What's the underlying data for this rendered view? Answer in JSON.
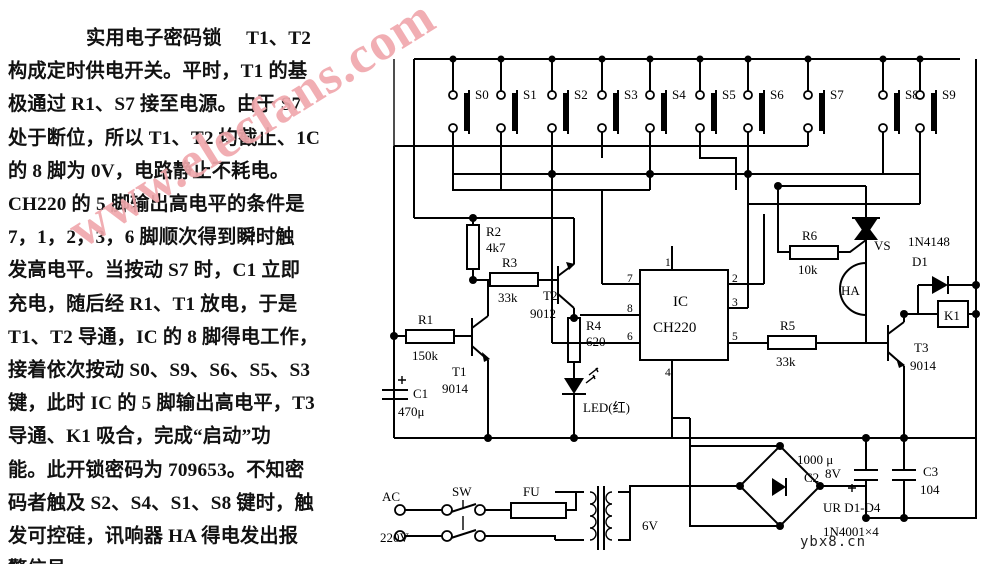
{
  "article": {
    "lines": [
      "实用电子密码锁　 T1、T2",
      "构成定时供电开关。平时，T1 的基",
      "极通过 R1、S7 接至电源。由于 S7",
      "处于断位，所以 T1、T2 均截止、1C",
      "的 8 脚为 0V，电路静止不耗电。",
      "CH220 的 5 脚输出高电平的条件是",
      "7，1，2，3，6 脚顺次得到瞬时触",
      "发高电平。当按动 S7 时，C1 立即",
      "充电，随后经 R1、T1 放电，于是",
      "T1、T2 导通，IC 的 8 脚得电工作，",
      "接着依次按动 S0、S9、S6、S5、S3",
      "键，此时 IC 的 5 脚输出高电平，T3",
      "导通、K1 吸合，完成“启动”功",
      "能。此开锁密码为 709653。不知密",
      "码者触及 S2、S4、S1、S8 键时，触",
      "发可控硅，讯响器 HA 得电发出报",
      "警信号。"
    ]
  },
  "watermarks": {
    "main": "www.elecfans.com",
    "site": "ybx8.cn"
  },
  "schematic": {
    "ic": {
      "name": "IC",
      "part": "CH220",
      "pins": [
        "1",
        "2",
        "3",
        "4",
        "5",
        "6",
        "7",
        "8"
      ]
    },
    "switches": [
      {
        "id": "S0"
      },
      {
        "id": "S1"
      },
      {
        "id": "S2"
      },
      {
        "id": "S3"
      },
      {
        "id": "S4"
      },
      {
        "id": "S5"
      },
      {
        "id": "S6"
      },
      {
        "id": "S7"
      },
      {
        "id": "S8"
      },
      {
        "id": "S9"
      }
    ],
    "resistors": [
      {
        "ref": "R1",
        "value": "150k"
      },
      {
        "ref": "R2",
        "value": "4k7"
      },
      {
        "ref": "R3",
        "value": "33k"
      },
      {
        "ref": "R4",
        "value": "620"
      },
      {
        "ref": "R5",
        "value": "33k"
      },
      {
        "ref": "R6",
        "value": "10k"
      }
    ],
    "capacitors": [
      {
        "ref": "C1",
        "value": "470μ"
      },
      {
        "ref": "C2",
        "value": "1000 μ"
      },
      {
        "ref": "C3",
        "value": "104"
      }
    ],
    "transistors": [
      {
        "ref": "T1",
        "part": "9014"
      },
      {
        "ref": "T2",
        "part": "9012"
      },
      {
        "ref": "T3",
        "part": "9014"
      }
    ],
    "diodes": [
      {
        "ref": "D1",
        "part": "1N4148"
      },
      {
        "ref": "VS",
        "part": ""
      }
    ],
    "led": {
      "label": "LED(红)"
    },
    "buzzer": {
      "label": "HA"
    },
    "relay": {
      "label": "K1"
    },
    "bridge": {
      "label1": "UR D1-D4",
      "label2": "1N4001×4",
      "out": "8V"
    },
    "transformer": {
      "secondary": "6V"
    },
    "mains": {
      "line1": "AC",
      "line2": "220V",
      "switch": "SW",
      "fuse": "FU"
    }
  }
}
